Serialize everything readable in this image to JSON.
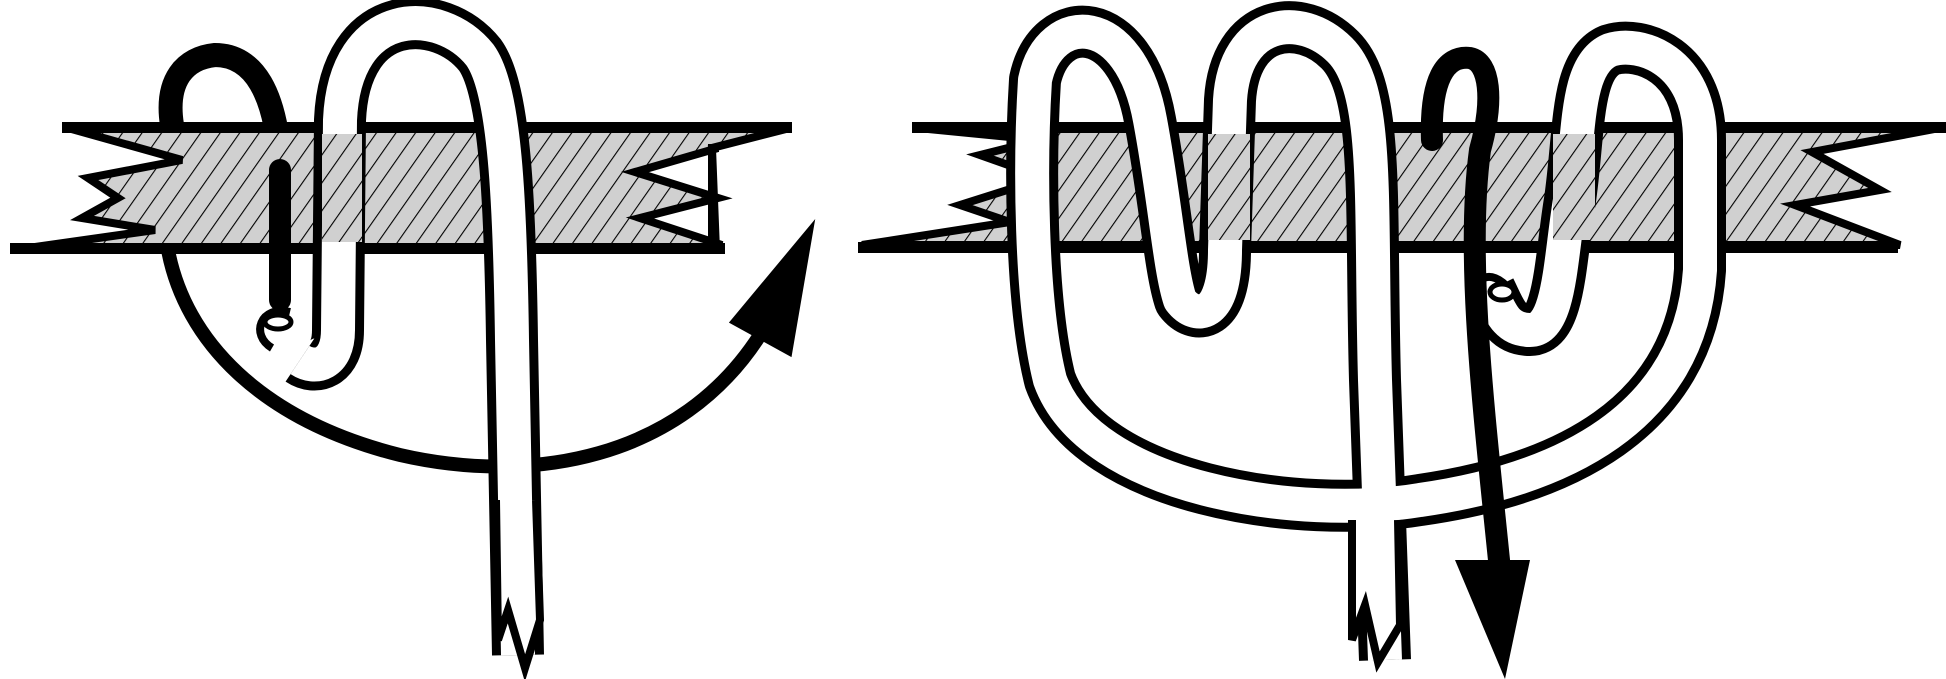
{
  "diagram": {
    "panels": [
      {
        "name": "step-1",
        "arrow": "curved"
      },
      {
        "name": "step-2",
        "arrow": "straight-down"
      }
    ],
    "colors": {
      "ink": "#000000",
      "paper": "#ffffff",
      "fill": "#d0d0d0"
    }
  }
}
